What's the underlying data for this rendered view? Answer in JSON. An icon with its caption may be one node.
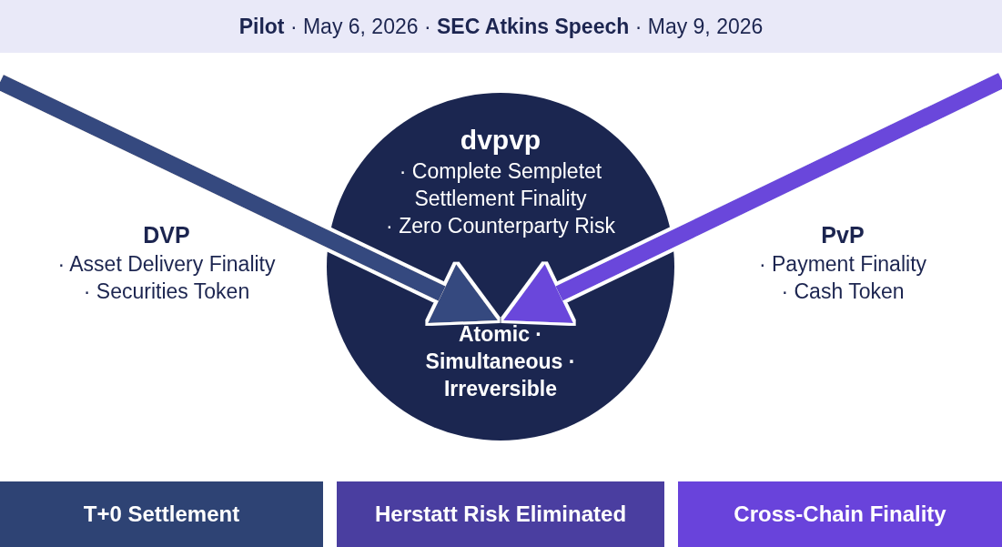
{
  "diagram": {
    "title": "**Pilot** · May 6, 2026 · **SEC Atkins Speech** · May 9, 2026",
    "nodes": [
      {
        "text": [
          "dvpvp",
          "· Complete Sempletet Settlement Finality",
          "· Zero Counterparty Risk"
        ]
      },
      {
        "text": [
          "Atomic · Simultaneous · Irreversible"
        ],
        "in": 0
      },
      {
        "text": [
          "T+0 Settlement"
        ]
      },
      {
        "text": [
          "Herstatt Risk Eliminated"
        ]
      },
      {
        "text": [
          "Cross-Chain Finality"
        ]
      }
    ],
    "edges": [
      {
        "from": null,
        "to": 1,
        "arrow": "to",
        "color": "#34487f"
      },
      {
        "from": null,
        "to": 1,
        "arrow": "to",
        "color": "#6b47db"
      }
    ],
    "labels": [
      "DVP",
      "· Asset Delivery Finality",
      "· Securities Token",
      "PvP",
      "· Payment Finality",
      "· Cash Token"
    ]
  }
}
